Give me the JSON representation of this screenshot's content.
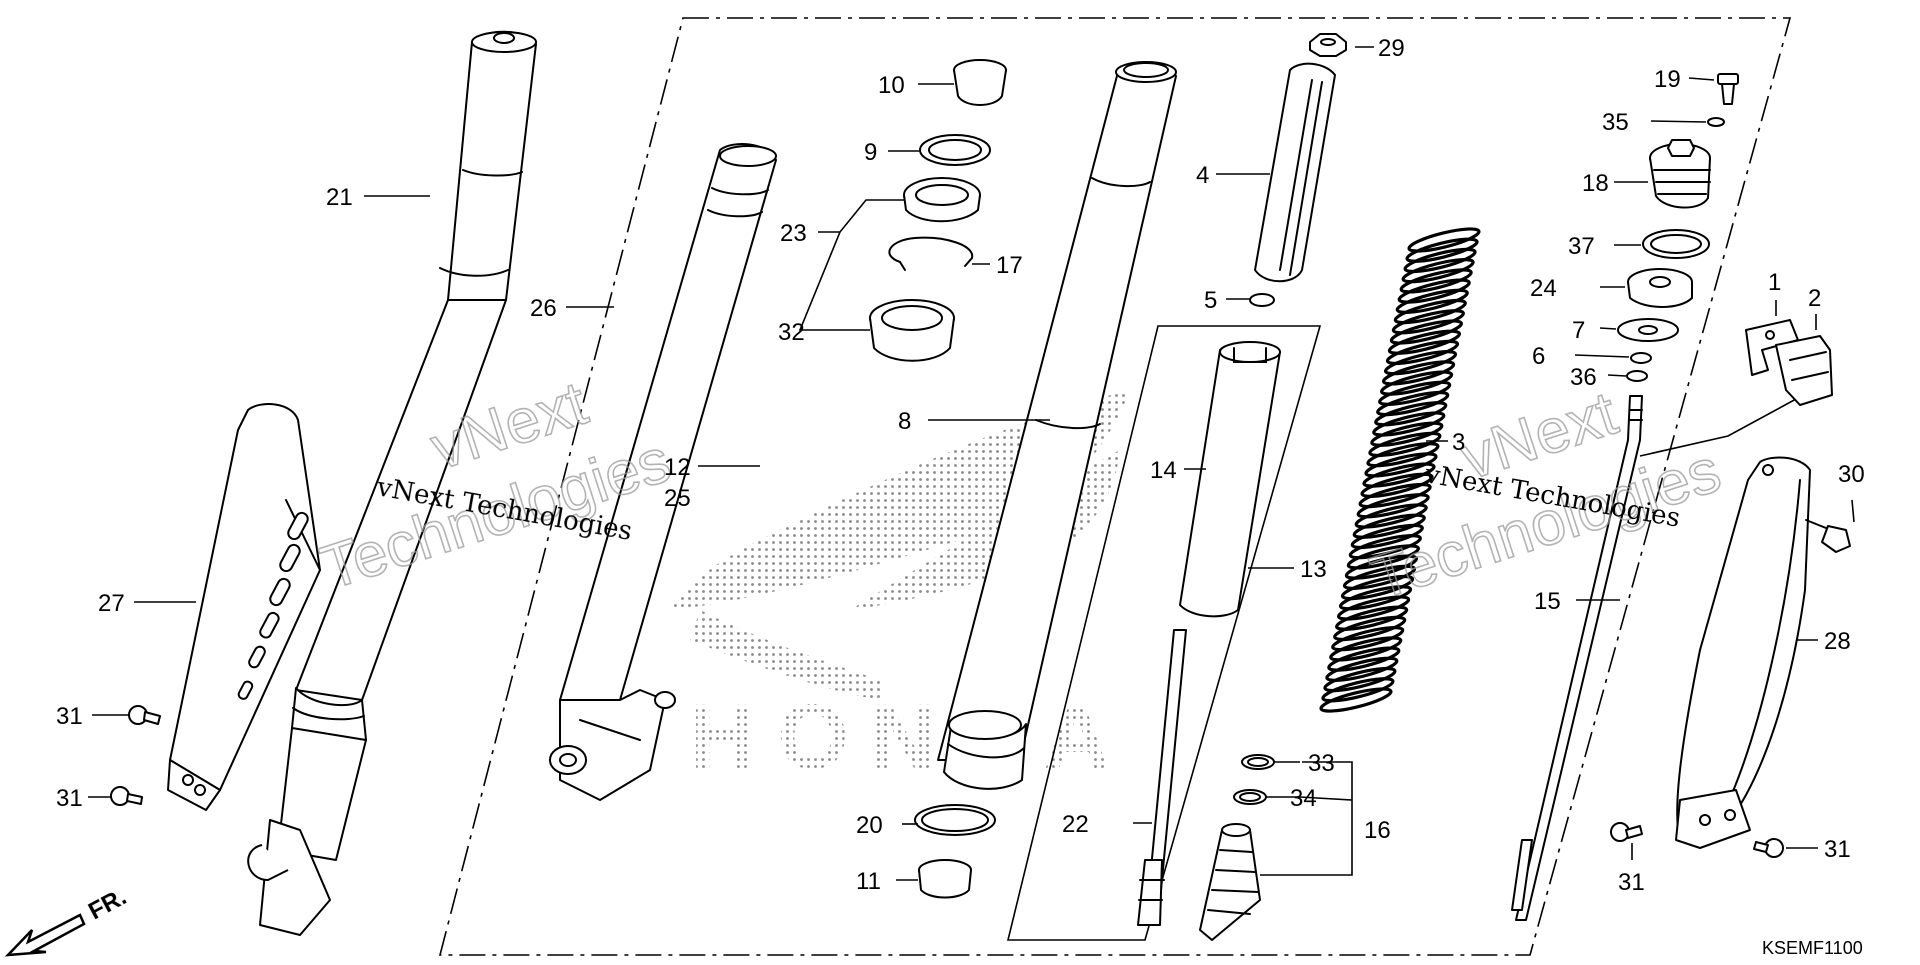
{
  "diagram": {
    "code": "KSEMF1100",
    "direction_label": "FR.",
    "watermark_line": "vNext Technologies",
    "watermark_word1": "vNext",
    "watermark_word2": "Technologies",
    "logo_word": "HONDA",
    "callouts": {
      "n1": "1",
      "n2": "2",
      "n3": "3",
      "n4": "4",
      "n5": "5",
      "n6": "6",
      "n7": "7",
      "n8": "8",
      "n9": "9",
      "n10": "10",
      "n11": "11",
      "n12": "12",
      "n13": "13",
      "n14": "14",
      "n15": "15",
      "n16": "16",
      "n17": "17",
      "n18": "18",
      "n19": "19",
      "n20": "20",
      "n21": "21",
      "n22": "22",
      "n23": "23",
      "n24": "24",
      "n25": "25",
      "n26": "26",
      "n27": "27",
      "n28": "28",
      "n29": "29",
      "n30": "30",
      "n31": "31",
      "n32": "32",
      "n33": "33",
      "n34": "34",
      "n35": "35",
      "n36": "36",
      "n37": "37"
    }
  }
}
